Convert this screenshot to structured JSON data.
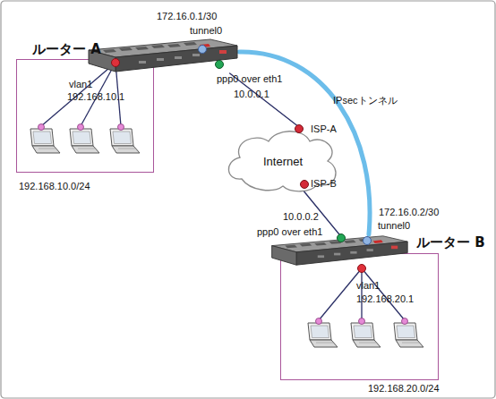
{
  "diagram": {
    "nodes": [
      {
        "text": [
          "192.168.10.0/24"
        ]
      },
      {
        "text": [
          "ルーター A"
        ]
      },
      {
        "text": [
          "Internet"
        ]
      },
      {
        "text": [
          "ルーター B"
        ]
      },
      {
        "text": [
          "192.168.20.0/24"
        ]
      }
    ],
    "edges": [
      {
        "from": 1,
        "to": 2,
        "arrow": "none",
        "label": "ISP-A"
      },
      {
        "from": 2,
        "to": 3,
        "arrow": "none",
        "label": "ISP-B"
      },
      {
        "from": 1,
        "to": 3,
        "arrow": "none",
        "label": "IPsecトンネル"
      }
    ],
    "labels": [
      "172.16.0.1/30",
      "tunnel0",
      "vlan1",
      "192.168.10.1",
      "ppp0 over eth1",
      "10.0.0.1",
      "10.0.0.2",
      "ppp0 over eth1",
      "172.16.0.2/30",
      "tunnel0",
      "vlan1",
      "192.168.20.1"
    ]
  }
}
